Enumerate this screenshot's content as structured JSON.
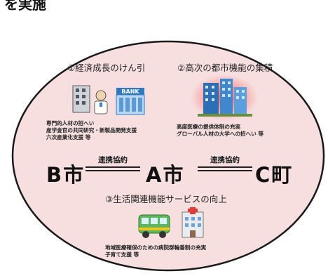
{
  "header": {
    "title": "を実施"
  },
  "pillars": [
    {
      "label": "①経済成長のけん引",
      "details": [
        "専門的人材の招へい",
        "産学金官の共同研究・新製品開発支援",
        "六次産業化支援 等"
      ]
    },
    {
      "label": "②高次の都市機能の集積",
      "details": [
        "高度医療の提供体制の充実",
        "グローバル人材の大学への招へい 等"
      ]
    },
    {
      "label": "③生活関連機能サービスの向上",
      "details": [
        "地域医療確保のための病院群輪番制の充実",
        "子育て支援 等"
      ]
    }
  ],
  "cities": {
    "b": "B市",
    "a": "A市",
    "c": "C町"
  },
  "links": {
    "ab": "連携協約",
    "ac": "連携協約"
  },
  "bank_sign": "BANK",
  "colors": {
    "circle_fill": "#f7dfe0",
    "circle_stroke": "#1a1a1a",
    "glow": "#ff4d4d"
  },
  "icons": [
    "office-and-doctor-icon",
    "bank-icon",
    "hospital-towers-icon",
    "bus-icon",
    "hospital-icon"
  ]
}
